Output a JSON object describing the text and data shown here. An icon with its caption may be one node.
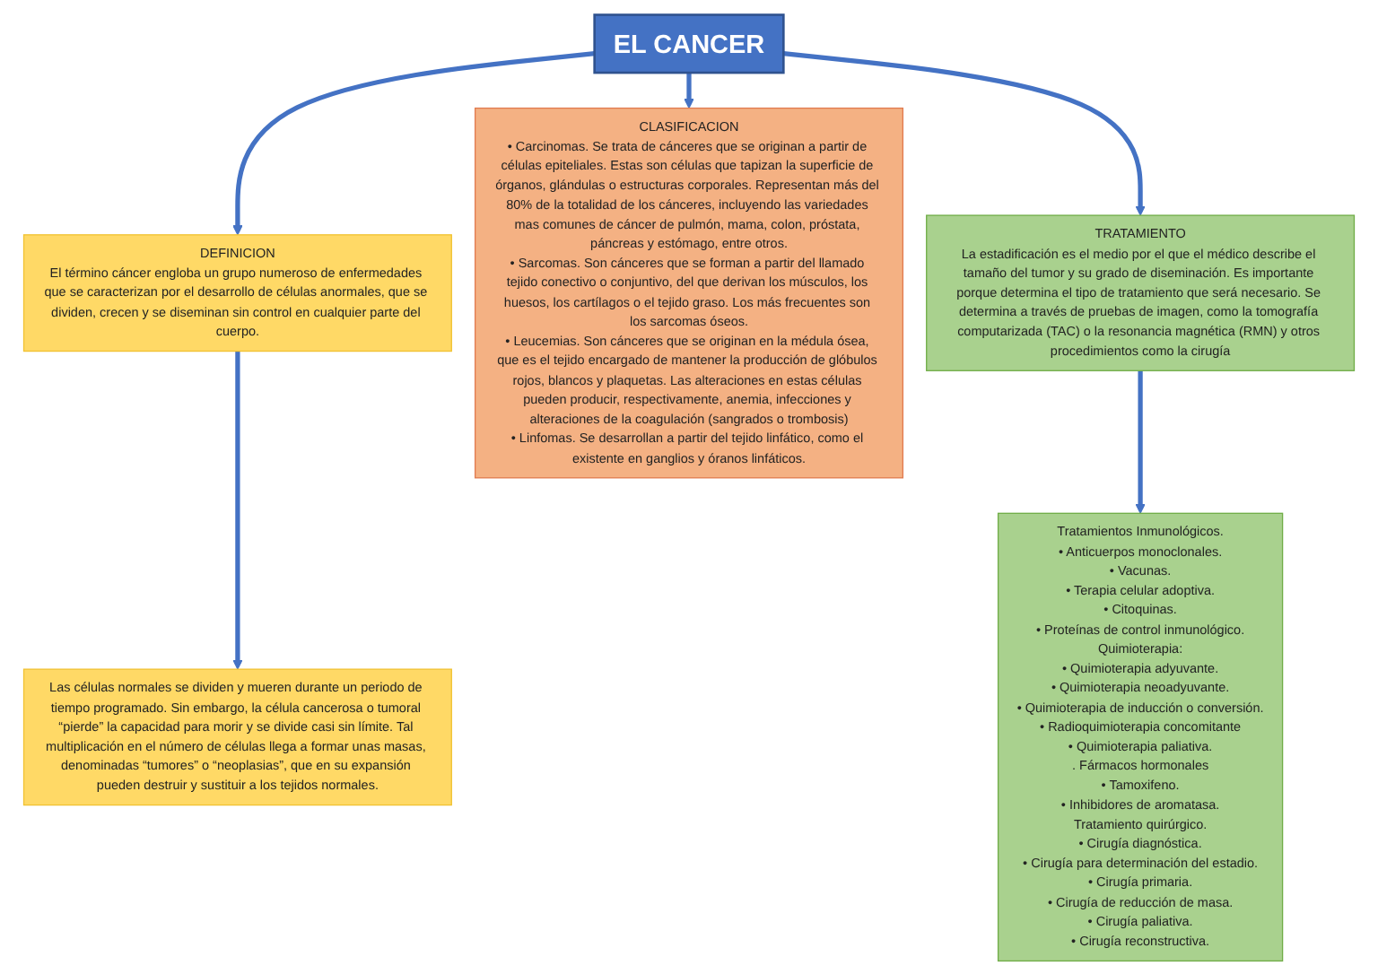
{
  "diagram": {
    "nodes": [
      {
        "text": [
          "EL CANCER"
        ]
      },
      {
        "text": [
          "DEFINICION",
          "El término cáncer engloba un grupo numeroso de enfermedades que se caracterizan por el desarrollo de células anormales, que se dividen, crecen y se diseminan sin control en cualquier parte del cuerpo."
        ]
      },
      {
        "text": [
          "Las células normales se dividen y mueren durante un periodo de tiempo programado. Sin embargo, la célula cancerosa o tumoral “pierde” la capacidad para morir y se divide casi sin límite. Tal multiplicación en el número de células llega a formar unas masas, denominadas “tumores” o “neoplasias”, que en su expansión pueden destruir y sustituir a los tejidos normales."
        ]
      },
      {
        "text": [
          "CLASIFICACION",
          "• Carcinomas. Se trata de cánceres que se originan a partir de células epiteliales. Estas son células que tapizan la superficie de órganos, glándulas o estructuras corporales. Representan más del 80% de la totalidad de los cánceres, incluyendo las variedades mas comunes de cáncer de pulmón, mama, colon, próstata, páncreas y estómago, entre otros.",
          "• Sarcomas. Son cánceres que se forman a partir del llamado tejido conectivo o conjuntivo, del que derivan los músculos, los huesos, los cartílagos o el tejido graso. Los más frecuentes son los sarcomas óseos.",
          "• Leucemias. Son cánceres que se originan en la médula ósea, que es el tejido encargado de mantener la producción de glóbulos rojos, blancos y plaquetas. Las alteraciones en estas células pueden producir, respectivamente, anemia, infecciones y alteraciones de la coagulación (sangrados o trombosis)",
          "• Linfomas. Se desarrollan a partir del tejido linfático, como el existente en ganglios y óranos linfáticos."
        ]
      },
      {
        "text": [
          "TRATAMIENTO",
          "La estadificación es el medio por el que el médico describe el tamaño del tumor y su grado de diseminación. Es importante porque determina el tipo de tratamiento que será necesario. Se determina a través de pruebas de imagen, como la tomografía computarizada (TAC) o la resonancia magnética (RMN) y otros procedimientos como la cirugía"
        ]
      },
      {
        "text": [
          "Tratamientos Inmunológicos.",
          "• Anticuerpos monoclonales.",
          "• Vacunas.",
          "• Terapia celular adoptiva.",
          "• Citoquinas.",
          "• Proteínas de control inmunológico.",
          "Quimioterapia:",
          "• Quimioterapia adyuvante.",
          "• Quimioterapia neoadyuvante.",
          "• Quimioterapia de inducción o conversión.",
          "• Radioquimioterapia concomitante",
          "• Quimioterapia paliativa.",
          ". Fármacos hormonales",
          "• Tamoxifeno.",
          "• Inhibidores de aromatasa.",
          "Tratamiento quirúrgico.",
          "• Cirugía diagnóstica.",
          "• Cirugía para determinación del estadio.",
          "• Cirugía primaria.",
          "• Cirugía de reducción de masa.",
          "• Cirugía paliativa.",
          "• Cirugía reconstructiva."
        ]
      }
    ],
    "edges": [
      {
        "from": 0,
        "to": 1,
        "arrow": "to"
      },
      {
        "from": 0,
        "to": 3,
        "arrow": "to"
      },
      {
        "from": 0,
        "to": 4,
        "arrow": "to"
      },
      {
        "from": 1,
        "to": 2,
        "arrow": "to"
      },
      {
        "from": 4,
        "to": 5,
        "arrow": "to"
      }
    ]
  }
}
